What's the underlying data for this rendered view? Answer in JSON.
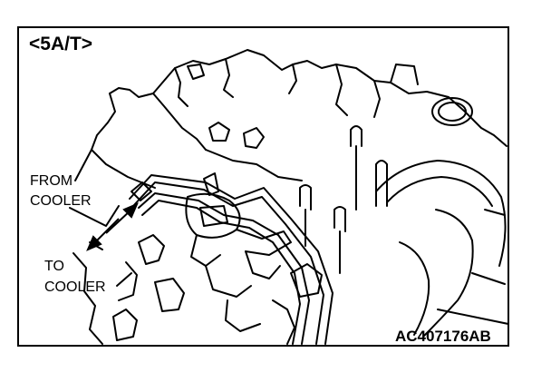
{
  "figure": {
    "variant_label": "<5A/T>",
    "from_cooler": {
      "line1": "FROM",
      "line2": "COOLER"
    },
    "to_cooler": {
      "line1": "TO",
      "line2": "COOLER"
    },
    "figure_code": "AC407176AB"
  },
  "icons": {
    "engine_drawing": "engine-transmission-line-art",
    "from_arrow": "arrow-up-right-icon",
    "to_arrow": "arrow-down-left-icon"
  },
  "colors": {
    "ink": "#000000",
    "paper": "#ffffff"
  }
}
